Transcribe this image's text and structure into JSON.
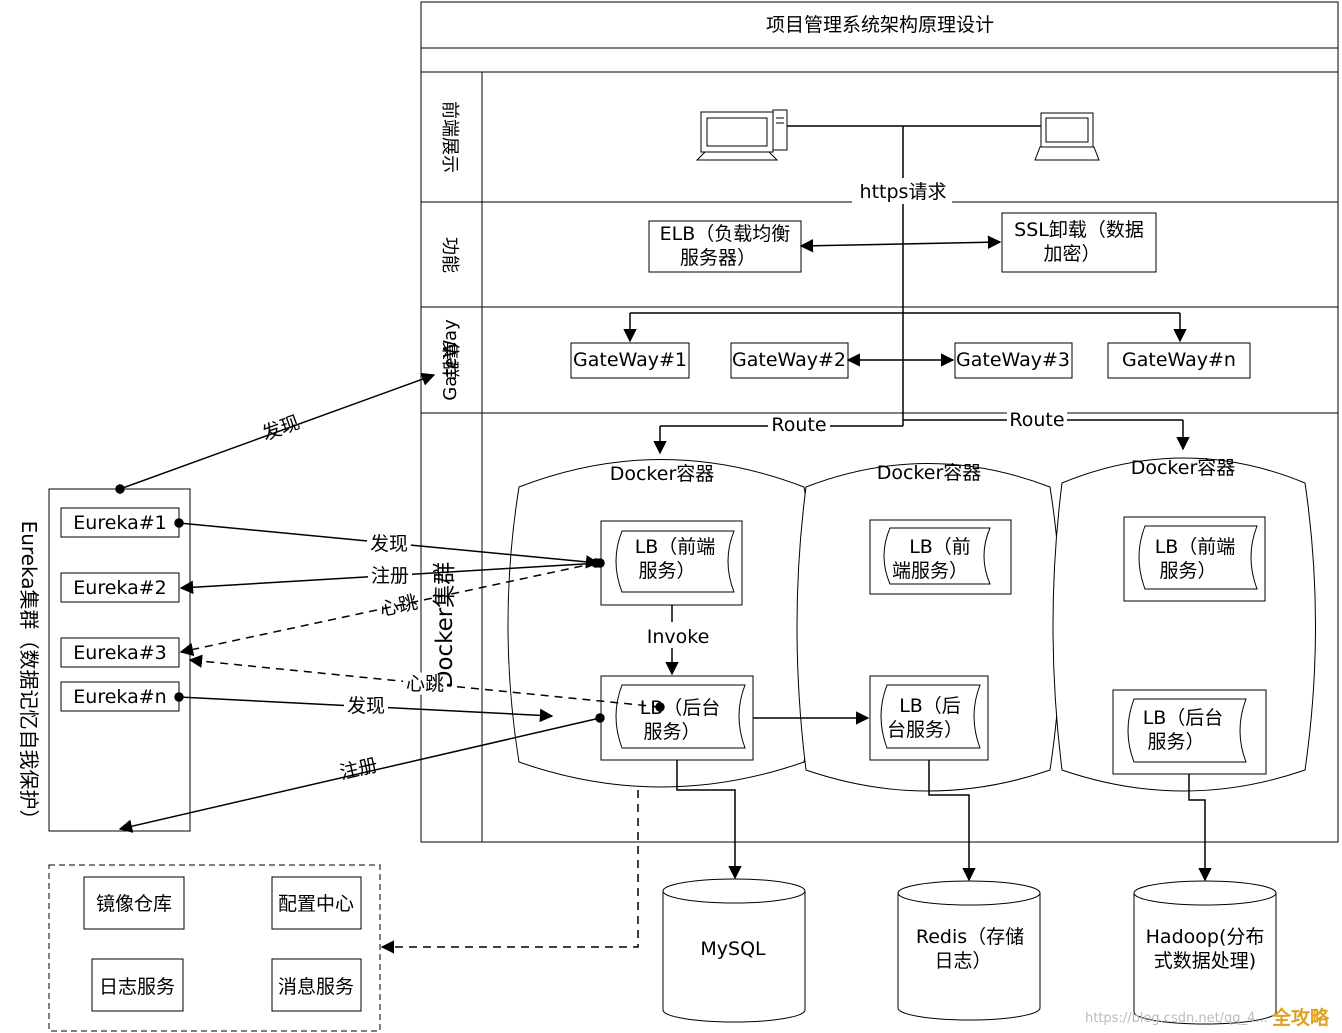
{
  "title": "项目管理系统架构原理设计",
  "rows": {
    "frontend": "前端展示",
    "function": "功能",
    "gateway_l1": "GateWay",
    "gateway_l2": "集群",
    "docker": "Docker集群"
  },
  "edge_labels": {
    "https": "https请求",
    "route1": "Route",
    "route2": "Route",
    "invoke": "Invoke",
    "discover_top": "发现",
    "discover1": "发现",
    "register1": "注册",
    "heartbeat1": "心跳",
    "heartbeat2": "心跳",
    "discover2": "发现",
    "register2": "注册"
  },
  "function_boxes": {
    "elb": [
      "ELB（负载均衡",
      "服务器）"
    ],
    "ssl": [
      "SSL卸载（数据",
      "加密）"
    ]
  },
  "gateways": [
    "GateWay#1",
    "GateWay#2",
    "GateWay#3",
    "GateWay#n"
  ],
  "docker_label": "Docker容器",
  "lbs": {
    "c1_front": [
      "LB（前端",
      "服务）"
    ],
    "c1_back": [
      "LB（后台",
      "服务）"
    ],
    "c2_front": [
      "LB（前",
      "端服务）"
    ],
    "c2_back": [
      "LB（后",
      "台服务）"
    ],
    "c3_front": [
      "LB（前端",
      "服务）"
    ],
    "c3_back": [
      "LB（后台",
      "服务）"
    ]
  },
  "eureka": {
    "cluster_title": "Eureka集群（数据记忆自我保护）",
    "nodes": [
      "Eureka#1",
      "Eureka#2",
      "Eureka#3",
      "Eureka#n"
    ]
  },
  "stores": {
    "mysql": [
      "MySQL"
    ],
    "redis": [
      "Redis（存储",
      "日志）"
    ],
    "hadoop": [
      "Hadoop(分布",
      "式数据处理)"
    ]
  },
  "infra": [
    "镜像仓库",
    "配置中心",
    "日志服务",
    "消息服务"
  ],
  "watermark": "https://blog.csdn.net/qq_4...",
  "watermark_logo": "全攻略"
}
